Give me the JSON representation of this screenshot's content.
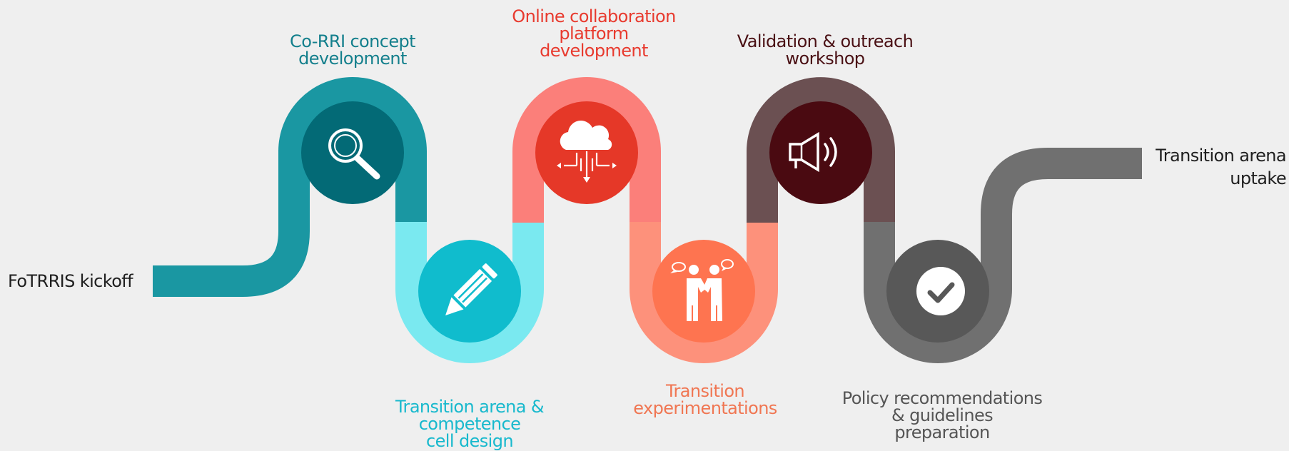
{
  "start": {
    "label": "FoTRRIS kickoff",
    "color": "#1f1f1f"
  },
  "end": {
    "label": "Transition arena\nuptake",
    "color": "#1f1f1f"
  },
  "steps": [
    {
      "label": "Co-RRI concept\ndevelopment",
      "icon": "magnifier-icon",
      "label_color": "#137f8c"
    },
    {
      "label": "Transition arena &\ncompetence\ncell design",
      "icon": "pencil-icon",
      "label_color": "#18b9cd"
    },
    {
      "label": "Online collaboration\nplatform\ndevelopment",
      "icon": "cloud-network-icon",
      "label_color": "#e83a2e"
    },
    {
      "label": "Transition\nexperimentations",
      "icon": "handshake-icon",
      "label_color": "#f07652"
    },
    {
      "label": "Validation & outreach\nworkshop",
      "icon": "megaphone-icon",
      "label_color": "#4a1014"
    },
    {
      "label": "Policy recommendations\n& guidelines\npreparation",
      "icon": "checkmark-icon",
      "label_color": "#555555"
    }
  ],
  "colors": {
    "teal_track": "#1a97a2",
    "teal_circle": "#036a76",
    "cyan_track": "#7ae9f0",
    "cyan_circle": "#10bccd",
    "red_track": "#fb7f7a",
    "red_circle": "#e53828",
    "salmon_track": "#fd917b",
    "salmon_circle": "#fe7450",
    "brown_track": "#6b5052",
    "brown_circle": "#4a0a11",
    "gray_track": "#707070",
    "gray_circle": "#585858",
    "icon": "#ffffff"
  }
}
